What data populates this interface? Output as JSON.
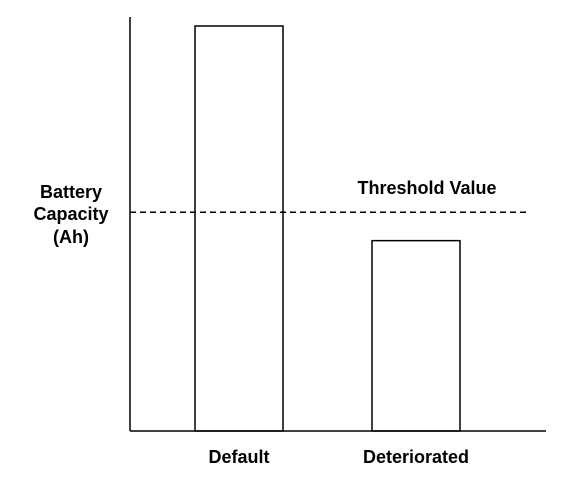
{
  "chart_data": {
    "type": "bar",
    "categories": [
      "Default",
      "Deteriorated"
    ],
    "values": [
      100,
      47
    ],
    "ylabel_lines": [
      "Battery",
      "Capacity",
      "(Ah)"
    ],
    "threshold": {
      "label": "Threshold Value",
      "value": 54
    },
    "ylim": [
      0,
      100
    ],
    "grid": false,
    "legend": "none",
    "colors": {
      "bar_fill": "#ffffff",
      "bar_stroke": "#000000",
      "axis": "#000000"
    }
  }
}
